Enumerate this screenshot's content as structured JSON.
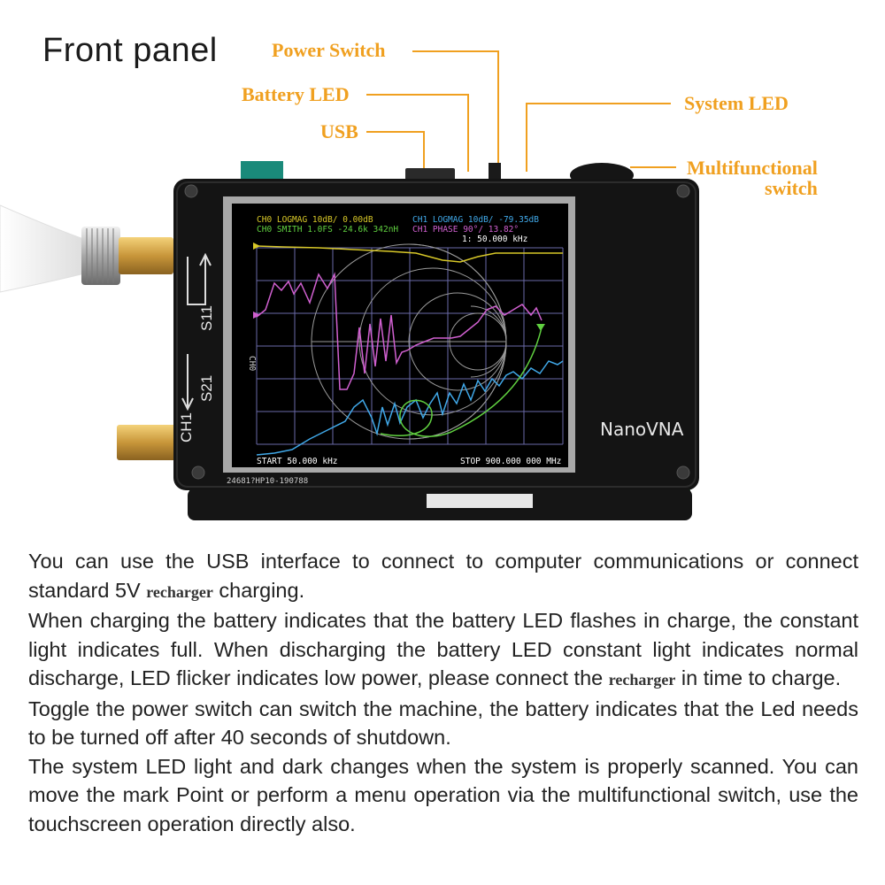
{
  "title": "Front panel",
  "callouts": {
    "power_switch": "Power Switch",
    "battery_led": "Battery LED",
    "usb": "USB",
    "system_led": "System LED",
    "multifunctional_switch_line1": "Multifunctional",
    "multifunctional_switch_line2": "switch"
  },
  "device": {
    "brand": "NanoVNA",
    "port_labels": {
      "s11": "S11",
      "s21": "S21",
      "ch0": "CH0",
      "ch1": "CH1"
    },
    "serial": "24681?HP10-190788",
    "screen": {
      "trace1": "CH0 LOGMAG 10dB/ 0.00dB",
      "trace2": "CH0 SMITH 1.0FS -24.6k 342nH",
      "trace3": "CH1 LOGMAG 10dB/ -79.35dB",
      "trace4": "CH1 PHASE 90°/ 13.82°",
      "marker": "1: 50.000 kHz",
      "start": "START 50.000 kHz",
      "stop": "STOP 900.000 000 MHz"
    }
  },
  "description": {
    "p1_a": "You can use the USB interface to connect to computer communications or connect standard 5V ",
    "p1_b": "recharger",
    "p1_c": " charging.",
    "p2_a": "When charging the battery indicates that the battery LED flashes in charge, the constant light indicates full. When discharging the battery LED constant light indicates normal discharge, LED flicker indicates low power, please connect the ",
    "p2_b": "recharger",
    "p2_c": " in time to charge.",
    "p3": "Toggle the power switch can switch the machine, the battery indicates that the Led needs to be turned off after 40 seconds of shutdown.",
    "p4": "The system LED light and dark changes when the system is properly scanned. You can move the mark Point or perform a menu operation via the multifunctional switch, use the touchscreen operation directly also."
  },
  "colors": {
    "callout": "#f0a020",
    "trace_yellow": "#d8c828",
    "trace_magenta": "#d060d0",
    "trace_cyan": "#40a8e8",
    "trace_green": "#60d040",
    "grid": "#7070b0"
  }
}
